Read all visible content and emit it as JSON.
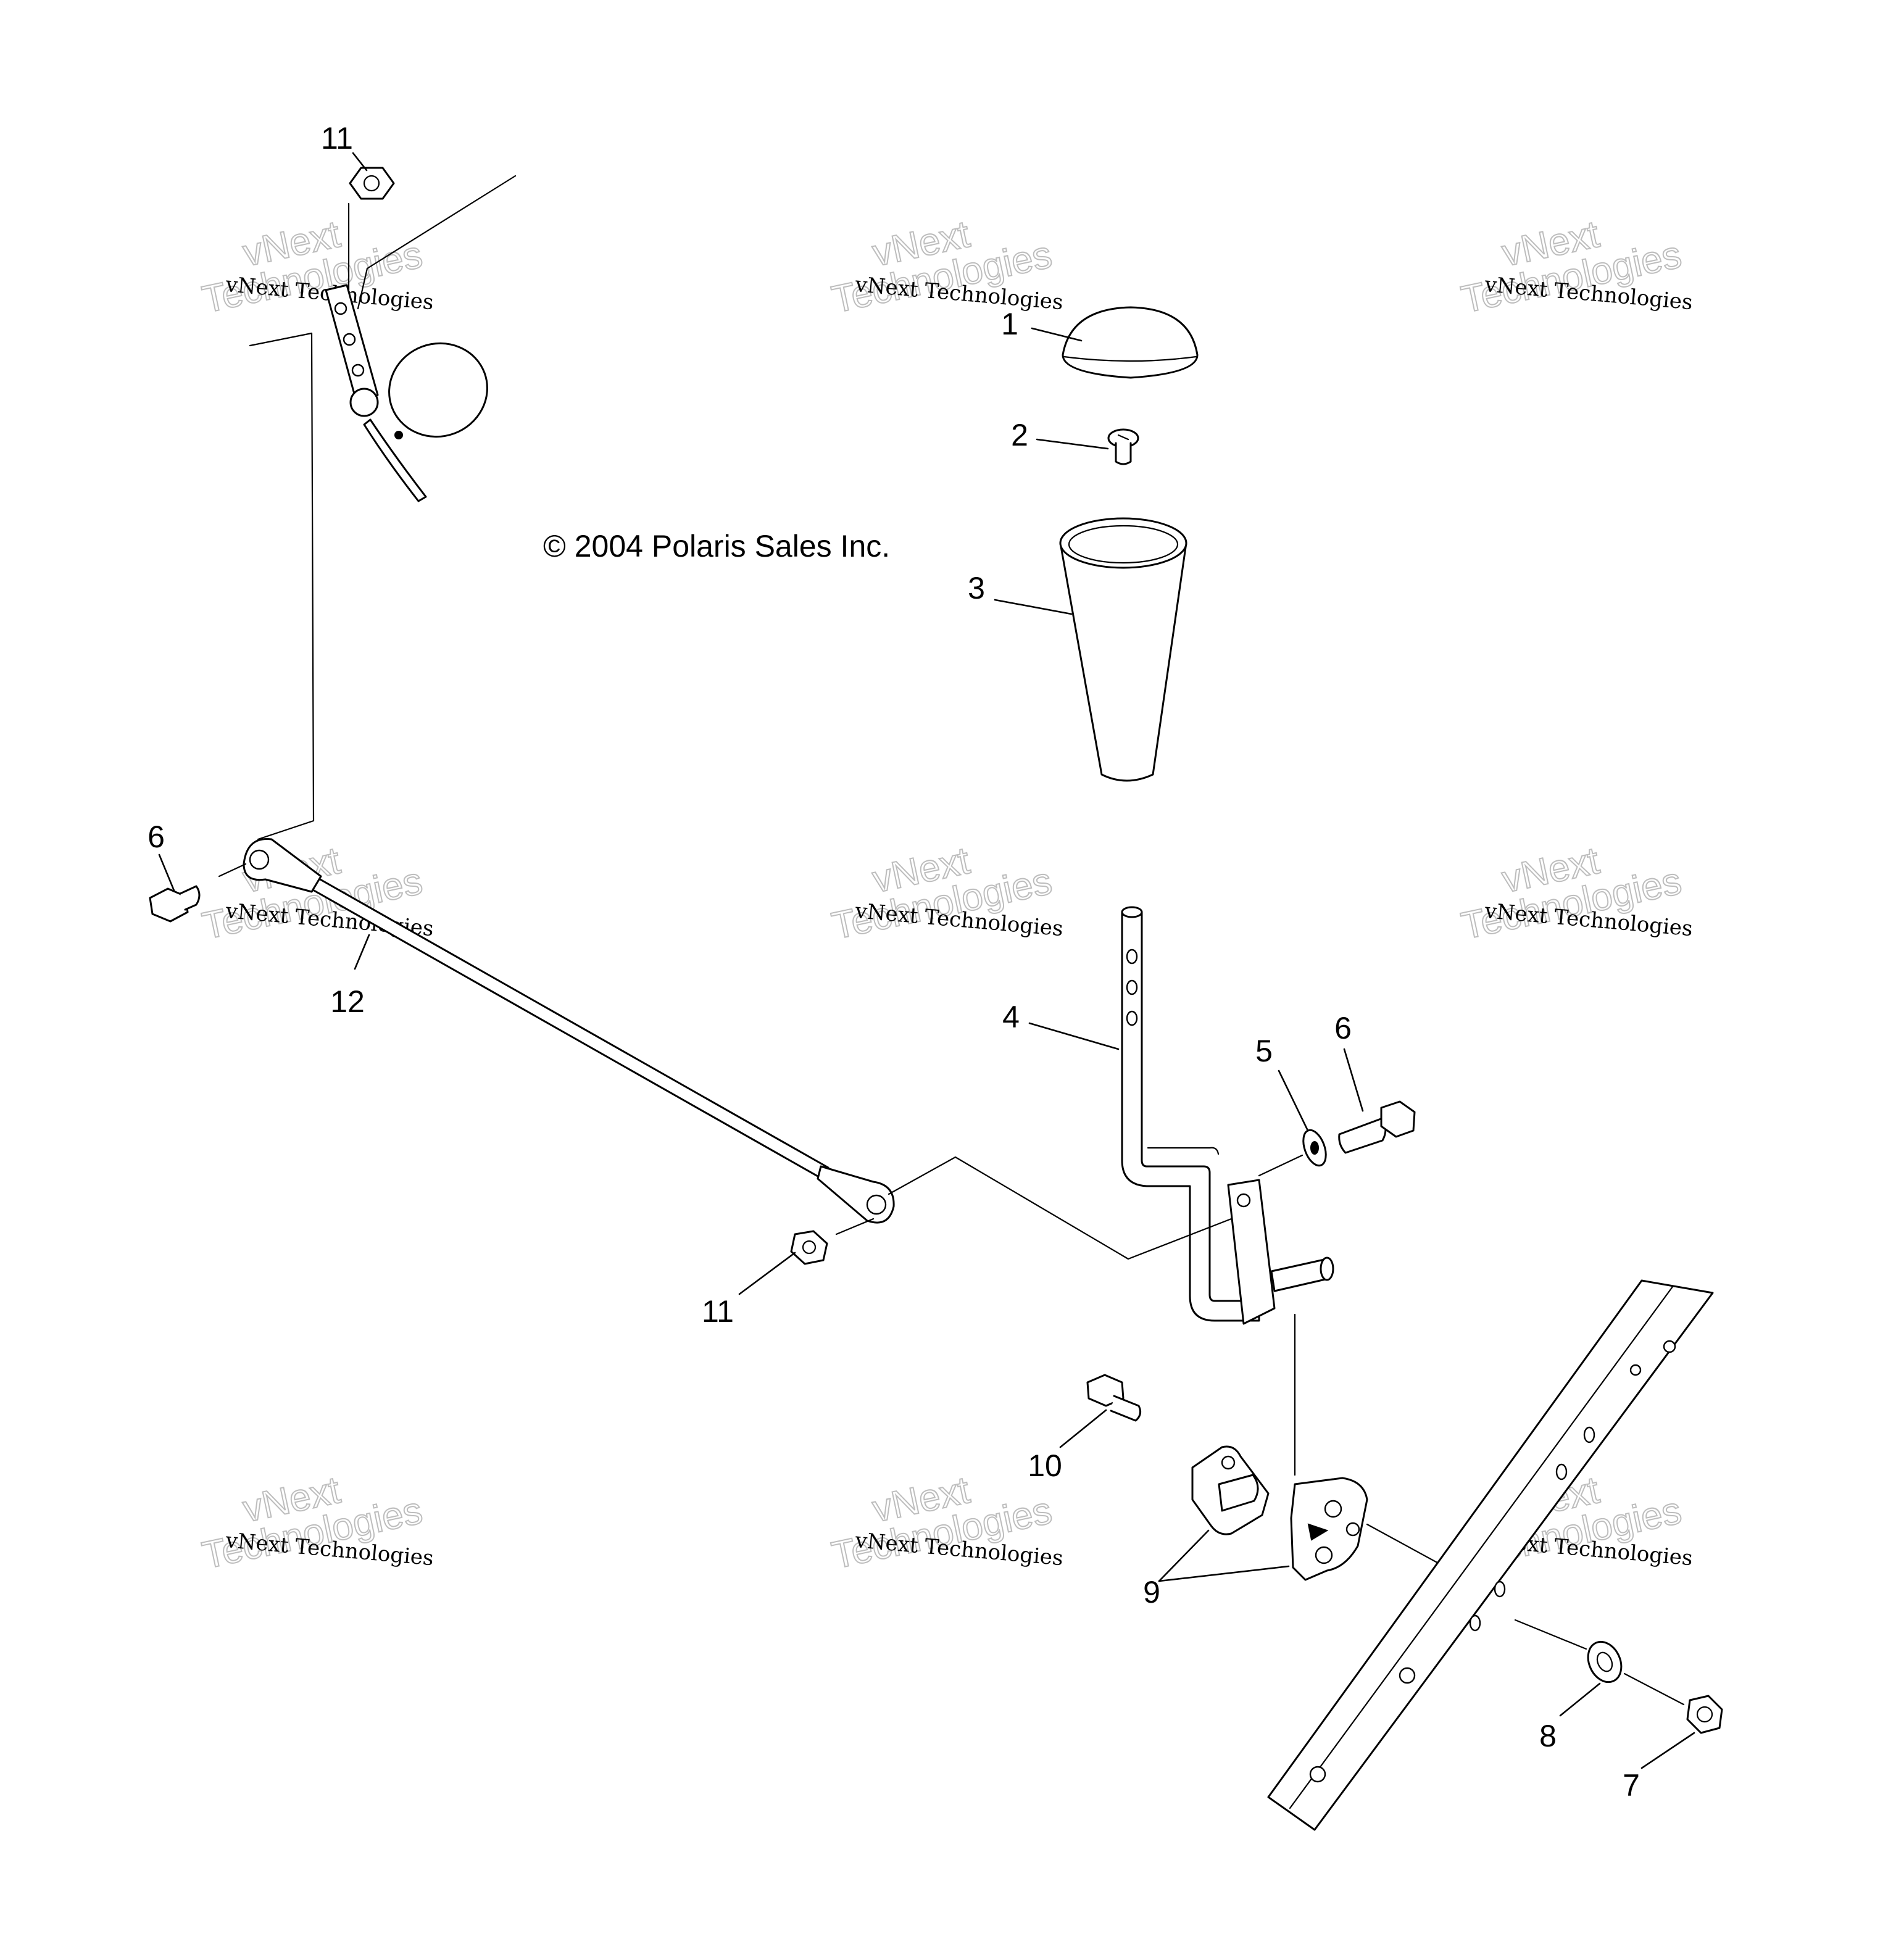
{
  "copyright": "© 2004 Polaris Sales Inc.",
  "watermark": {
    "line1": "vNext Technologies",
    "line2_top": "vNext",
    "line2_bottom": "Technologies"
  },
  "callouts": {
    "c1": "1",
    "c2": "2",
    "c3": "3",
    "c4": "4",
    "c5": "5",
    "c6_left": "6",
    "c6_right": "6",
    "c7": "7",
    "c8": "8",
    "c9": "9",
    "c10": "10",
    "c11_top": "11",
    "c11_mid": "11",
    "c12": "12"
  }
}
